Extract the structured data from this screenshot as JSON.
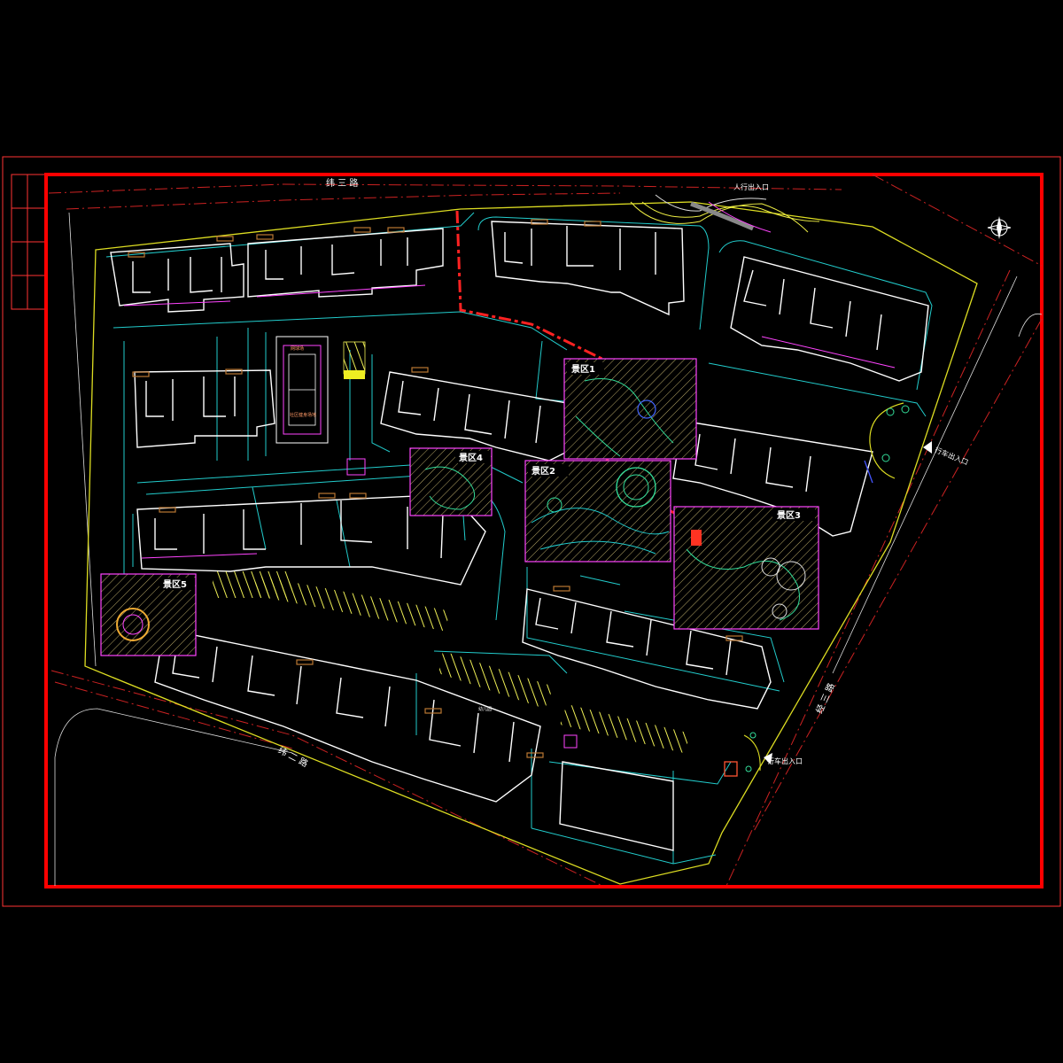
{
  "roads": {
    "north": "纬 三 路",
    "south": "纬 二 路",
    "east": "经 三 路"
  },
  "entrances": {
    "pedestrian_north": "人行出入口",
    "vehicle_east": "行车出入口",
    "vehicle_southeast": "行车出入口"
  },
  "zones": [
    {
      "label": "景区1"
    },
    {
      "label": "景区2"
    },
    {
      "label": "景区3"
    },
    {
      "label": "景区4"
    },
    {
      "label": "景区5"
    }
  ],
  "facilities": {
    "sports_court": "网球场",
    "court_note": "社区健身场地",
    "building_tag": "幼儿园"
  },
  "colors": {
    "background": "#000000",
    "frame": "#ff0000",
    "property_line": "#ffff00",
    "paths": "#22cccc",
    "buildings": "#ffffff",
    "zone_outline": "#ff44ff",
    "zone_hatch": "#c8b870",
    "main_path": "#ff2222"
  },
  "icons": {
    "north_arrow": "compass-icon"
  }
}
